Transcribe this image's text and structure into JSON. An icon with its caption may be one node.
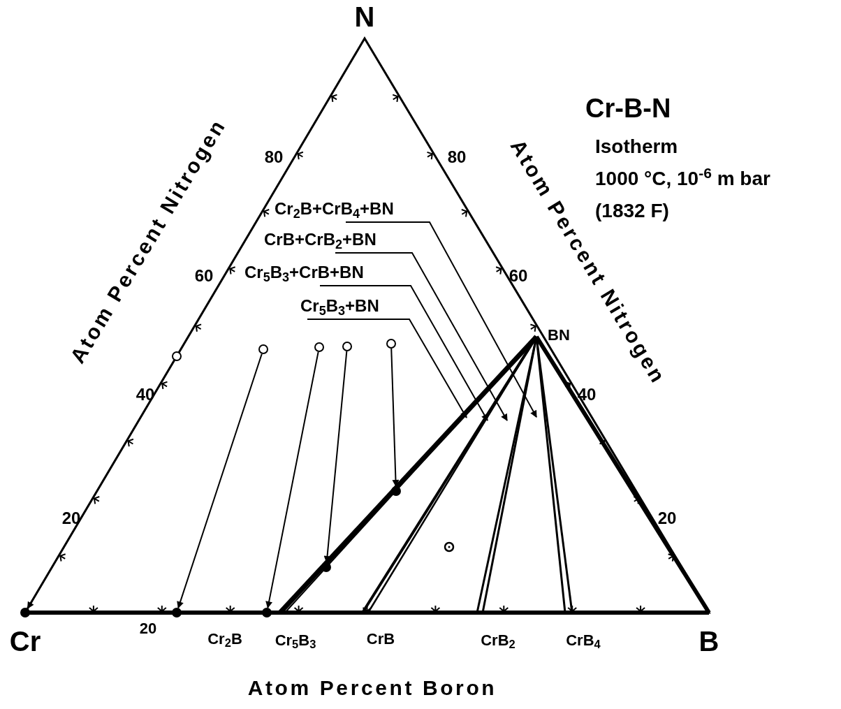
{
  "diagram": {
    "title": "Cr-B-N",
    "nodes": [
      {
        "text": [
          "Cr$_{2}$B+CrB$_{4}$+BN"
        ]
      },
      {
        "text": [
          "CrB+CrB$_{2}$+BN"
        ]
      },
      {
        "text": [
          "Cr$_{5}$B$_{3}$+CrB+BN"
        ]
      },
      {
        "text": [
          "Cr$_{5}$B$_{3}$+BN"
        ]
      },
      {
        "text": [],
        "shape": "circle"
      },
      {
        "text": [],
        "shape": "circle"
      },
      {
        "text": [],
        "shape": "circle"
      },
      {
        "text": [],
        "shape": "circle"
      },
      {
        "text": [],
        "shape": "circle"
      }
    ],
    "edges": [
      {
        "from": 0,
        "to": null,
        "arrow": "to"
      },
      {
        "from": 1,
        "to": null,
        "arrow": "to"
      },
      {
        "from": 2,
        "to": null,
        "arrow": "to"
      },
      {
        "from": 3,
        "to": null,
        "arrow": "to"
      },
      {
        "from": 4,
        "to": null,
        "arrow": "to"
      },
      {
        "from": 5,
        "to": null,
        "arrow": "to"
      },
      {
        "from": 6,
        "to": null,
        "arrow": "to"
      },
      {
        "from": 7,
        "to": null,
        "arrow": "to"
      },
      {
        "from": 8,
        "to": null,
        "arrow": "to"
      }
    ],
    "labels": [
      "N",
      "80",
      "60",
      "40",
      "20",
      "80",
      "60",
      "40",
      "20",
      "Atom Percent Nitrogen",
      "Atom Percent Nitrogen",
      "BN",
      "Cr",
      "20",
      "Cr$_{2}$B",
      "Cr$_{5}$B$_{3}$",
      "CrB",
      "CrB$_{2}$",
      "CrB$_{4}$",
      "B",
      "Atom Percent Boron",
      "Isotherm",
      "1000 °C, 10$^{-6}$ m bar",
      "(1832 F)"
    ]
  }
}
